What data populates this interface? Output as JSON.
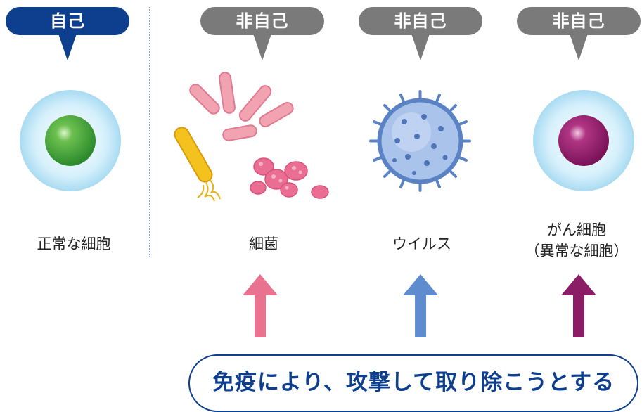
{
  "self": {
    "badge": "自己",
    "cell_label": "正常な細胞",
    "color": "#0e3f8e",
    "nucleus_color": "#3da83a"
  },
  "non_self": [
    {
      "badge": "非自己",
      "label": "細菌",
      "arrow_color": "#e8728f"
    },
    {
      "badge": "非自己",
      "label": "ウイルス",
      "arrow_color": "#5f8ccf"
    },
    {
      "badge": "非自己",
      "label_line1": "がん細胞",
      "label_line2": "（異常な細胞）",
      "arrow_color": "#8a1d66"
    }
  ],
  "badge_color_non_self": "#7a7a7a",
  "result": "免疫により、攻撃して取り除こうとする"
}
